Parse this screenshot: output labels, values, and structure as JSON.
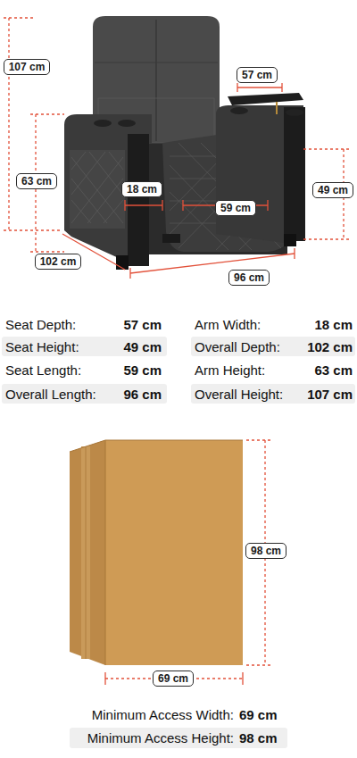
{
  "diagram": {
    "nodes": [
      {
        "text": [
          "107 cm"
        ]
      },
      {
        "text": [
          "57 cm"
        ]
      },
      {
        "text": [
          "63 cm"
        ]
      },
      {
        "text": [
          "18 cm"
        ]
      },
      {
        "text": [
          "49 cm"
        ]
      },
      {
        "text": [
          "59 cm"
        ]
      },
      {
        "text": [
          "102 cm"
        ]
      },
      {
        "text": [
          "96 cm"
        ]
      },
      {
        "text": [
          "98 cm"
        ]
      },
      {
        "text": [
          "69 cm"
        ]
      }
    ],
    "edges": [],
    "labels": [
      "Seat Depth:",
      "57 cm",
      "Arm Width:",
      "18 cm",
      "Seat Height:",
      "49 cm",
      "Overall Depth:",
      "102 cm",
      "Seat Length:",
      "59 cm",
      "Arm Height:",
      "63 cm",
      "Overall Length:",
      "96 cm",
      "Overall Height:",
      "107 cm",
      "Minimum Access Width:",
      "69 cm",
      "Minimum Access Height:",
      "98 cm"
    ]
  }
}
